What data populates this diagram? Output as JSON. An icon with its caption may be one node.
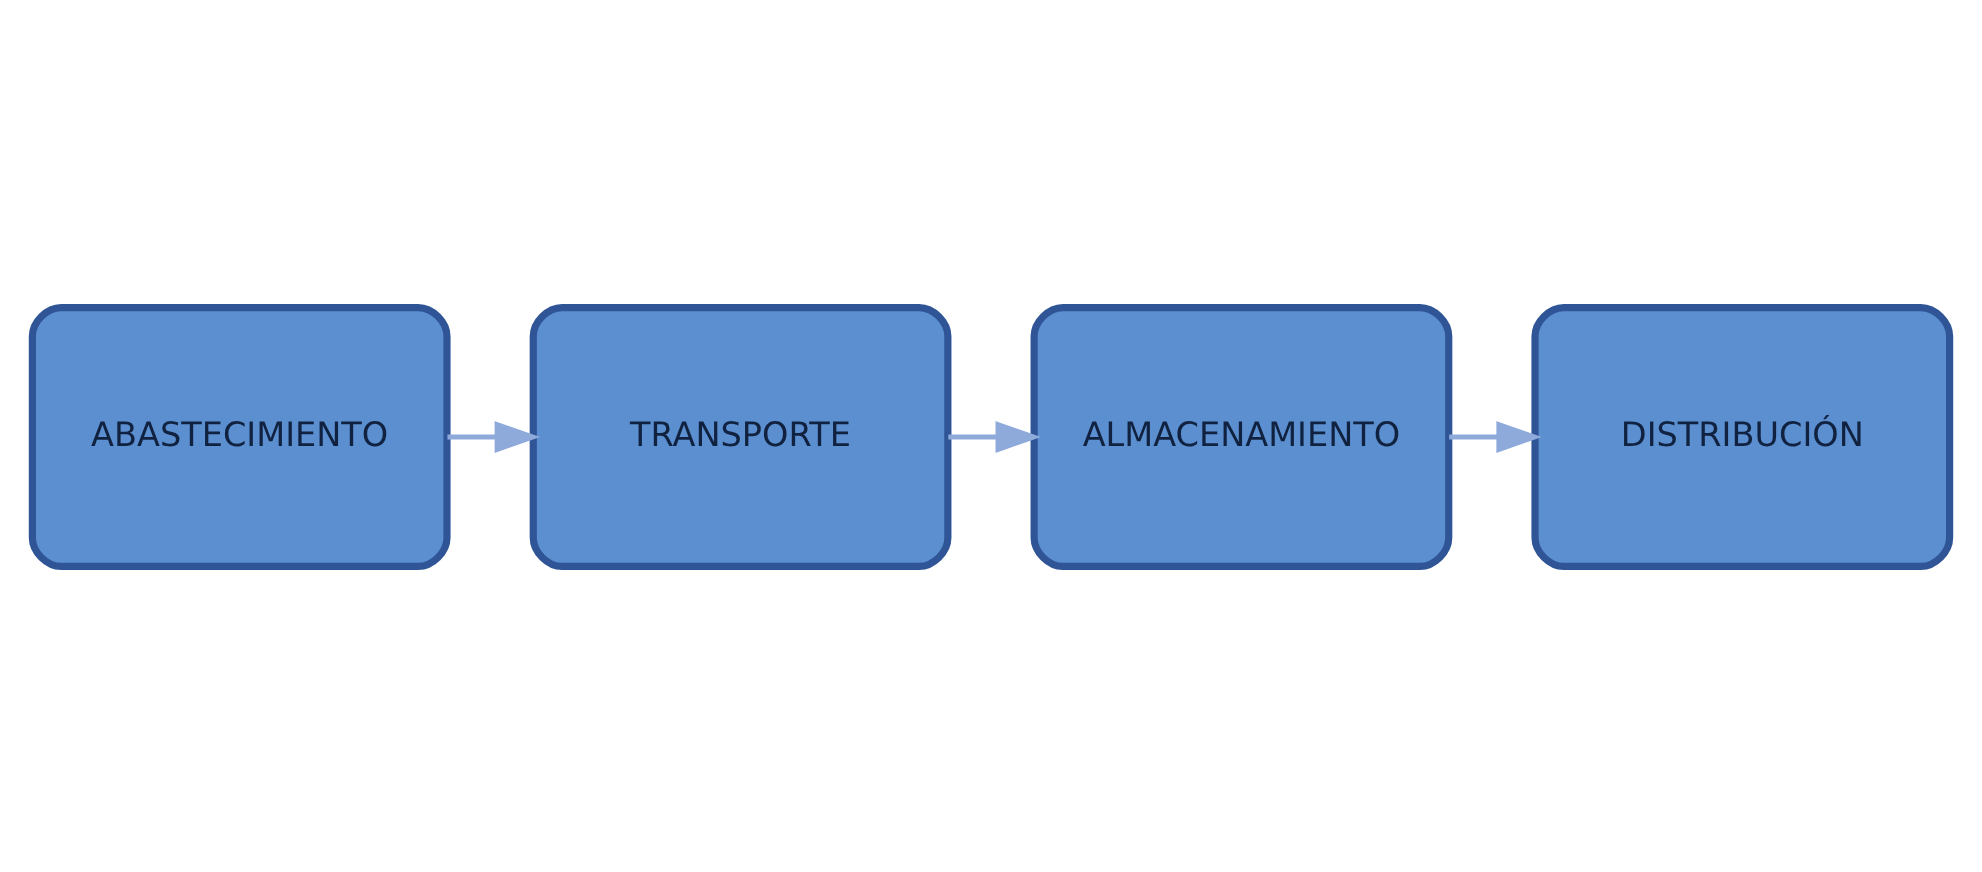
{
  "diagram": {
    "nodes": [
      {
        "text": [
          "ABASTECIMIENTO"
        ]
      },
      {
        "text": [
          "TRANSPORTE"
        ]
      },
      {
        "text": [
          "ALMACENAMIENTO"
        ]
      },
      {
        "text": [
          "DISTRIBUCIÓN"
        ]
      }
    ],
    "edges": [
      {
        "from": 0,
        "to": 1,
        "arrow": "to"
      },
      {
        "from": 1,
        "to": 2,
        "arrow": "to"
      },
      {
        "from": 2,
        "to": 3,
        "arrow": "to"
      }
    ]
  }
}
